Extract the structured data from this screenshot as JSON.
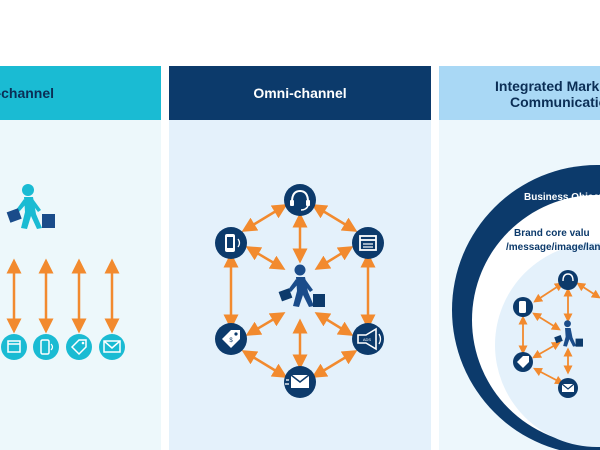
{
  "panels": {
    "multi": {
      "title": "lti-channel"
    },
    "omni": {
      "title": "Omni-channel"
    },
    "imc": {
      "title_line1": "Integrated Mark",
      "title_line2": "Communicatio",
      "outer_label": "Business Objecti",
      "inner_label_line1": "Brand core valu",
      "inner_label_line2": "/message/image/lan"
    }
  },
  "colors": {
    "arrow": "#f28a2e",
    "node": "#0c3a6b",
    "node_light": "#1abbd3",
    "person": "#1a4c8a"
  },
  "icons": [
    "support-icon",
    "browser-icon",
    "megaphone-icon",
    "mail-icon",
    "tag-icon",
    "mobile-icon"
  ]
}
